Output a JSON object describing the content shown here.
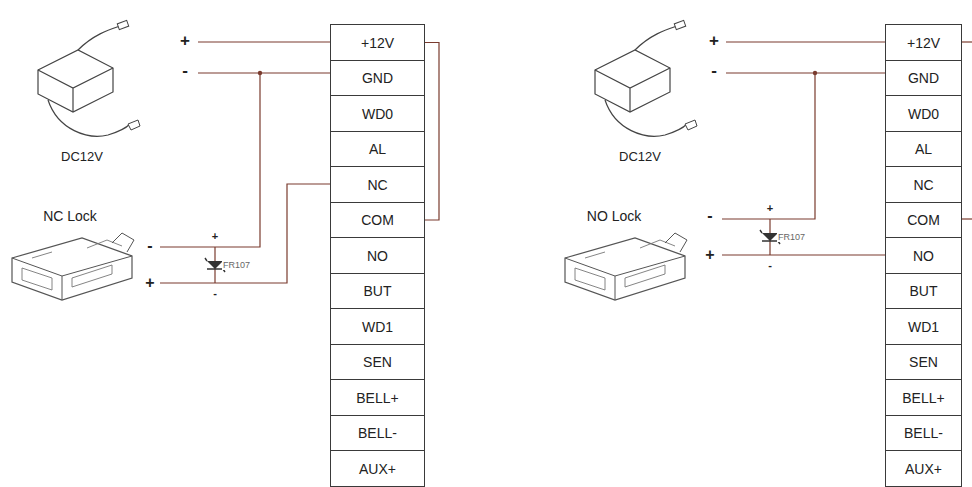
{
  "diagram": {
    "nodes": [
      {
        "text": [
          "+12V"
        ]
      },
      {
        "text": [
          "GND"
        ]
      },
      {
        "text": [
          "WD0"
        ]
      },
      {
        "text": [
          "AL"
        ]
      },
      {
        "text": [
          "NC"
        ]
      },
      {
        "text": [
          "COM"
        ]
      },
      {
        "text": [
          "NO"
        ]
      },
      {
        "text": [
          "BUT"
        ]
      },
      {
        "text": [
          "WD1"
        ]
      },
      {
        "text": [
          "SEN"
        ]
      },
      {
        "text": [
          "BELL+"
        ]
      },
      {
        "text": [
          "BELL-"
        ]
      },
      {
        "text": [
          "AUX+"
        ]
      },
      {
        "text": [
          "+12V"
        ]
      },
      {
        "text": [
          "GND"
        ]
      },
      {
        "text": [
          "WD0"
        ]
      },
      {
        "text": [
          "AL"
        ]
      },
      {
        "text": [
          "NC"
        ]
      },
      {
        "text": [
          "COM"
        ]
      },
      {
        "text": [
          "NO"
        ]
      },
      {
        "text": [
          "BUT"
        ]
      },
      {
        "text": [
          "WD1"
        ]
      },
      {
        "text": [
          "SEN"
        ]
      },
      {
        "text": [
          "BELL+"
        ]
      },
      {
        "text": [
          "BELL-"
        ]
      },
      {
        "text": [
          "AUX+"
        ]
      }
    ],
    "edges": [
      {
        "from": 5,
        "to": 0,
        "arrow": "none"
      }
    ],
    "labels": [
      "+",
      "-",
      "DC12V",
      "NC Lock",
      "-",
      "+",
      "+",
      "FR107",
      "-",
      "+",
      "-",
      "DC12V",
      "NO Lock",
      "-",
      "+",
      "+",
      "FR107",
      "-"
    ]
  }
}
